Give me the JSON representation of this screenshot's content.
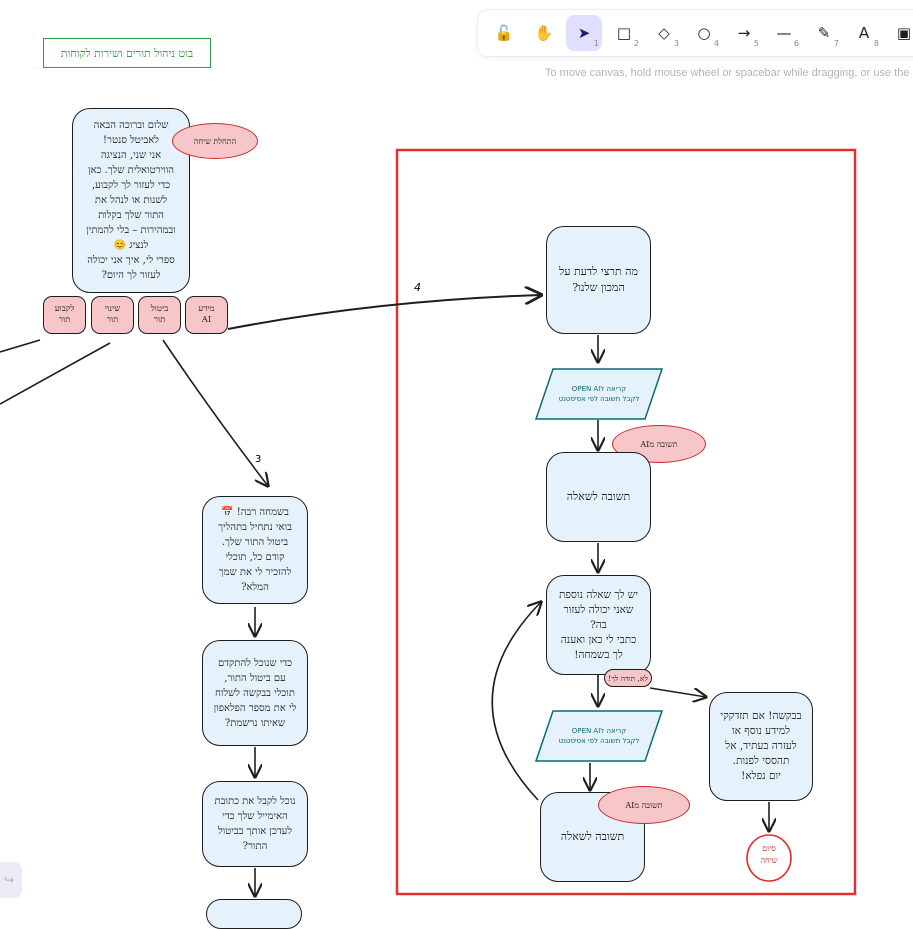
{
  "toolbar": {
    "tools": [
      {
        "name": "lock-icon",
        "glyph": "🔓",
        "key": ""
      },
      {
        "name": "hand-icon",
        "glyph": "✋",
        "key": ""
      },
      {
        "name": "selection-icon",
        "glyph": "➤",
        "key": "1",
        "active": true
      },
      {
        "name": "rectangle-icon",
        "glyph": "□",
        "key": "2"
      },
      {
        "name": "diamond-icon",
        "glyph": "◇",
        "key": "3"
      },
      {
        "name": "ellipse-icon",
        "glyph": "○",
        "key": "4"
      },
      {
        "name": "arrow-icon",
        "glyph": "→",
        "key": "5"
      },
      {
        "name": "line-icon",
        "glyph": "—",
        "key": "6"
      },
      {
        "name": "pencil-icon",
        "glyph": "✎",
        "key": "7"
      },
      {
        "name": "text-icon",
        "glyph": "A",
        "key": "8"
      },
      {
        "name": "image-icon",
        "glyph": "▣",
        "key": ""
      }
    ],
    "hint": "To move canvas, hold mouse wheel or spacebar while dragging, or use the"
  },
  "diagram": {
    "title": "בוט ניהול תורים ושירות לקוחות",
    "welcome": "שלום וברוכה הבאה\nלאביטל סנטר!\nאני שני, הנציגה\nהווירטואלית שלך. כאן\nכדי לעזור לך לקבוע,\nלשנות או לנהל את\nהתור שלך בקלות\nובמהירות – בלי להמתין\nלנציג 😊\nספרי לי, איך אני יכולה\nלעזור לך היום?",
    "start_label": "התחלת שיחה",
    "options": [
      "לקבוע\nתור",
      "שינוי\nתור",
      "ביטול\nתור",
      "מידע\nAI"
    ],
    "label_3": "3",
    "label_4": "4",
    "cancel_steps": [
      "בשמחה רבה! 📅\nבואי נתחיל בתהליך\nביטול התור שלך.\nקודם כל, תוכלי\nלהזכיר לי את שמך\nהמלא?",
      "כדי שנוכל להתקדם\nעם ביטול התור,\nתוכלי בבקשה לשלוח\nלי את מספר הפלאפון\nשאיתו נרשמת?",
      "נוכל לקבל את כתובת\nהאימייל שלך כדי\nלעדכן אותך בביטול\nהתור?"
    ],
    "ai_question": "מה תרצי לדעת על\nהמכון שלנו?",
    "openai_call": "קריאה לOPEN AI\nלקבל תשובה לפי אסיסטנט",
    "answer_from_ai": "תשובה מAI",
    "answer_box": "תשובה לשאלה",
    "more_question": "יש לך שאלה נוספת\nשאני יכולה לעזור\nבה?\nכתבי לי כאן ואענה\nלך בשמחה!",
    "no_thanks": "לא, תודה לך!",
    "goodbye": "בבקשה! אם תזדקקי\nלמידע נוסף או\nלעזרה בעתיד, אל\nתהססי לפנות.\nיום נפלא!",
    "end_label": "סיום\nשיחה"
  },
  "colors": {
    "box_fill": "#e6f2fb",
    "pill_fill": "#f7c6c8",
    "frame": "#e03131",
    "title": "#2f9e44",
    "teal": "#0c6a73"
  }
}
